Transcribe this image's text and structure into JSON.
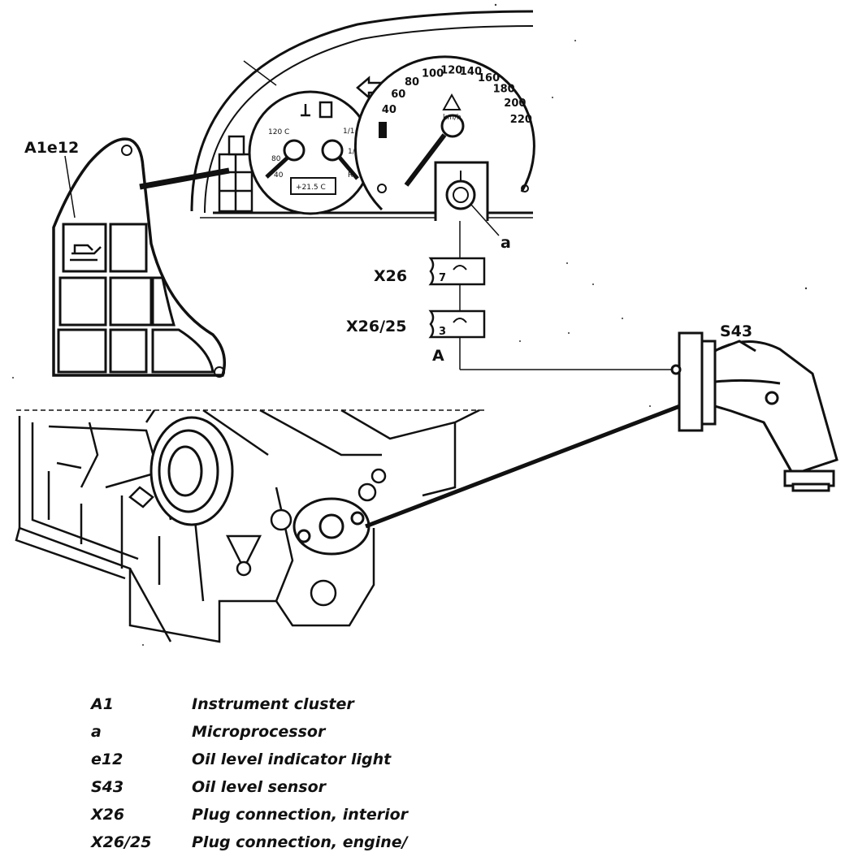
{
  "callouts": {
    "a1e12": "A1e12",
    "x26": "X26",
    "x26_25": "X26/25",
    "s43": "S43",
    "a": "a",
    "connector_a": "A",
    "pin_7": "7",
    "pin_3": "3"
  },
  "gauge_labels": {
    "temp_120": "120 C",
    "temp_80": "80",
    "temp_40": "40",
    "fuel_full": "1/1",
    "fuel_half": "1/2",
    "fuel_reserve": "R",
    "outside_temp": "+21.5 C",
    "speed_units": "km/h",
    "speed_ticks": [
      "40",
      "60",
      "80",
      "100",
      "120",
      "140",
      "160",
      "180",
      "200",
      "220"
    ]
  },
  "legend": [
    {
      "code": "A1",
      "desc": "Instrument cluster"
    },
    {
      "code": "a",
      "desc": "Microprocessor"
    },
    {
      "code": "e12",
      "desc": "Oil level indicator light"
    },
    {
      "code": "S43",
      "desc": "Oil level sensor"
    },
    {
      "code": "X26",
      "desc": "Plug connection, interior"
    },
    {
      "code": "X26/25",
      "desc": "Plug connection, engine/"
    }
  ]
}
